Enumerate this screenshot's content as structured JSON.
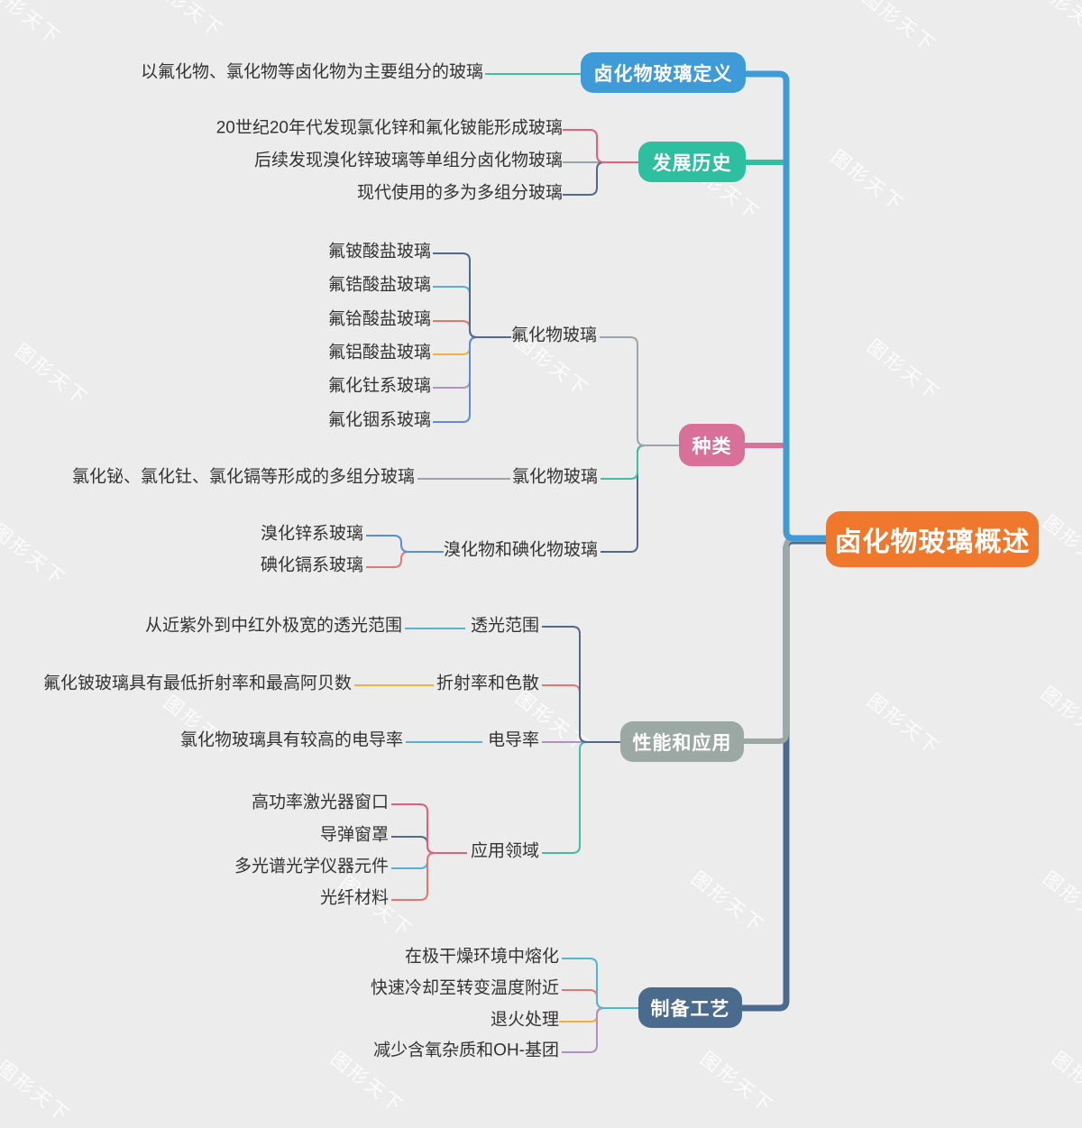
{
  "watermark": {
    "text": "图形天下"
  },
  "palette": {
    "background": "#ECECEC",
    "root": "#F0782D",
    "branch_definition": "#3E9BD8",
    "branch_history": "#2EBFA0",
    "branch_types": "#D97097",
    "branch_performance": "#9BA8A4",
    "branch_process": "#4A6A8E",
    "wire_teal": "#3FBFA6",
    "wire_pink": "#E0607E",
    "wire_gray": "#9BA4AC",
    "wire_navy": "#51688F",
    "wire_lightblue": "#55AFD7",
    "wire_red": "#E5756F",
    "wire_orange": "#F0B03C",
    "wire_purple": "#B28FC6",
    "wire_mediumblue": "#5B8BD9",
    "wire_cyan": "#4FB8CE"
  },
  "root": {
    "label": "卤化物玻璃概述"
  },
  "branches": [
    {
      "label": "卤化物玻璃定义",
      "color": "#3E9BD8",
      "children": [
        {
          "label": "以氟化物、氯化物等卤化物为主要组分的玻璃"
        }
      ]
    },
    {
      "label": "发展历史",
      "color": "#2EBFA0",
      "children": [
        {
          "label": "20世纪20年代发现氯化锌和氟化铍能形成玻璃"
        },
        {
          "label": "后续发现溴化锌玻璃等单组分卤化物玻璃"
        },
        {
          "label": "现代使用的多为多组分玻璃"
        }
      ]
    },
    {
      "label": "种类",
      "color": "#D97097",
      "children": [
        {
          "label": "氟化物玻璃",
          "children": [
            {
              "label": "氟铍酸盐玻璃"
            },
            {
              "label": "氟锆酸盐玻璃"
            },
            {
              "label": "氟铪酸盐玻璃"
            },
            {
              "label": "氟铝酸盐玻璃"
            },
            {
              "label": "氟化钍系玻璃"
            },
            {
              "label": "氟化铟系玻璃"
            }
          ]
        },
        {
          "label": "氯化物玻璃",
          "children": [
            {
              "label": "氯化铋、氯化钍、氯化镉等形成的多组分玻璃"
            }
          ]
        },
        {
          "label": "溴化物和碘化物玻璃",
          "children": [
            {
              "label": "溴化锌系玻璃"
            },
            {
              "label": "碘化镉系玻璃"
            }
          ]
        }
      ]
    },
    {
      "label": "性能和应用",
      "color": "#9BA8A4",
      "children": [
        {
          "label": "透光范围",
          "children": [
            {
              "label": "从近紫外到中红外极宽的透光范围"
            }
          ]
        },
        {
          "label": "折射率和色散",
          "children": [
            {
              "label": "氟化铍玻璃具有最低折射率和最高阿贝数"
            }
          ]
        },
        {
          "label": "电导率",
          "children": [
            {
              "label": "氯化物玻璃具有较高的电导率"
            }
          ]
        },
        {
          "label": "应用领域",
          "children": [
            {
              "label": "高功率激光器窗口"
            },
            {
              "label": "导弹窗罩"
            },
            {
              "label": "多光谱光学仪器元件"
            },
            {
              "label": "光纤材料"
            }
          ]
        }
      ]
    },
    {
      "label": "制备工艺",
      "color": "#4A6A8E",
      "children": [
        {
          "label": "在极干燥环境中熔化"
        },
        {
          "label": "快速冷却至转变温度附近"
        },
        {
          "label": "退火处理"
        },
        {
          "label": "减少含氧杂质和OH-基团"
        }
      ]
    }
  ]
}
